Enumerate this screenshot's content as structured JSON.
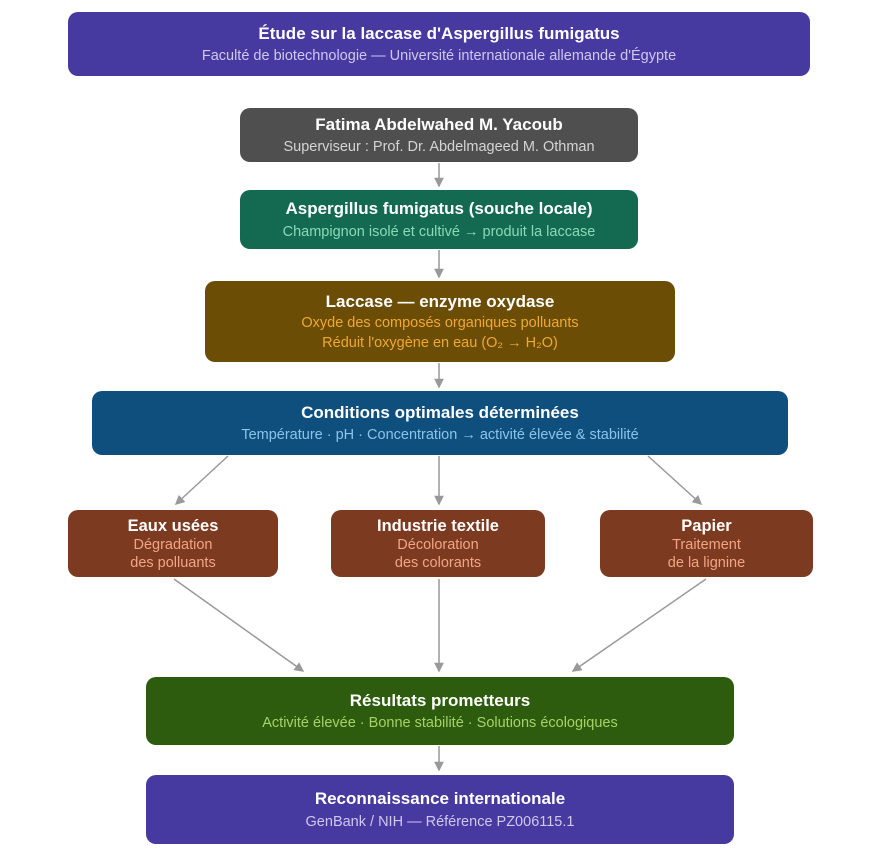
{
  "colors": {
    "header_bg": "#46399f",
    "researcher_bg": "#4f4f4f",
    "fungus_bg": "#136a50",
    "enzyme_bg": "#6b4d06",
    "conditions_bg": "#0f4f7e",
    "application_bg": "#7c3a20",
    "results_bg": "#2d5c0e",
    "recognition_bg": "#46399f",
    "arrow": "#999999",
    "page_bg": "#ffffff"
  },
  "diagram": {
    "header": {
      "title": "Étude sur la laccase d'Aspergillus fumigatus",
      "subtitle": "Faculté de biotechnologie — Université internationale allemande d'Égypte"
    },
    "researcher": {
      "title": "Fatima Abdelwahed M. Yacoub",
      "subtitle": "Superviseur : Prof. Dr. Abdelmageed M. Othman"
    },
    "fungus": {
      "title": "Aspergillus fumigatus (souche locale)",
      "subtitle": "Champignon isolé et cultivé → produit la laccase"
    },
    "enzyme": {
      "title": "Laccase — enzyme oxydase",
      "line1": "Oxyde des composés organiques polluants",
      "line2": "Réduit l'oxygène en eau (O₂ → H₂O)"
    },
    "conditions": {
      "title": "Conditions optimales déterminées",
      "subtitle": "Température · pH · Concentration → activité élevée & stabilité"
    },
    "applications": [
      {
        "title": "Eaux usées",
        "line1": "Dégradation",
        "line2": "des polluants"
      },
      {
        "title": "Industrie textile",
        "line1": "Décoloration",
        "line2": "des colorants"
      },
      {
        "title": "Papier",
        "line1": "Traitement",
        "line2": "de la lignine"
      }
    ],
    "results": {
      "title": "Résultats prometteurs",
      "subtitle": "Activité élevée · Bonne stabilité · Solutions écologiques"
    },
    "recognition": {
      "title": "Reconnaissance internationale",
      "subtitle": "GenBank / NIH — Référence PZ006115.1"
    }
  }
}
